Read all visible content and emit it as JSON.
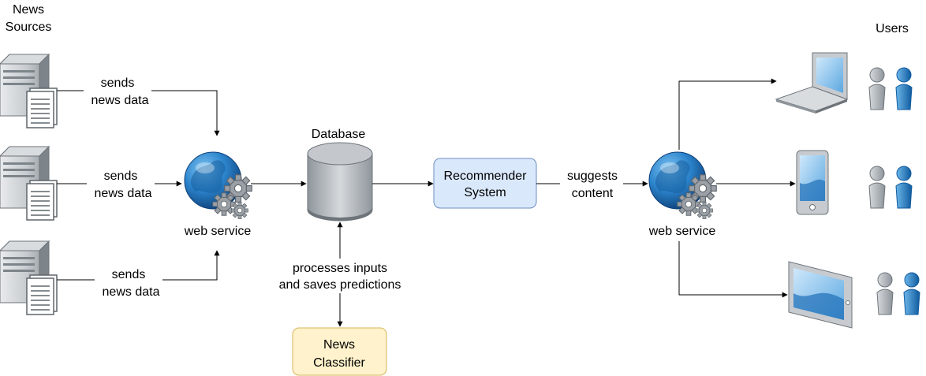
{
  "diagram": {
    "groups": {
      "sources_title": [
        "News",
        "Sources"
      ],
      "users_title": "Users"
    },
    "edge_labels": {
      "sends_1": [
        "sends",
        "news data"
      ],
      "sends_2": [
        "sends",
        "news data"
      ],
      "sends_3": [
        "sends",
        "news data"
      ],
      "processes": [
        "processes inputs",
        "and saves predictions"
      ],
      "suggests": [
        "suggests",
        "content"
      ]
    },
    "nodes": {
      "web_service_left": "web service",
      "database": "Database",
      "recommender": [
        "Recommender",
        "System"
      ],
      "classifier": [
        "News",
        "Classifier"
      ],
      "web_service_right": "web service"
    },
    "colors": {
      "recommender_fill": "#dae8fc",
      "recommender_stroke": "#6c8ebf",
      "classifier_fill": "#fff2cc",
      "classifier_stroke": "#d6b656",
      "globe_blue": "#1f6fb8",
      "server_gray": "#9aa0a6"
    },
    "icons": [
      "server-icon",
      "document-icon",
      "globe-gears-icon",
      "database-icon",
      "laptop-icon",
      "tablet-icon",
      "user-pair-icon"
    ]
  }
}
